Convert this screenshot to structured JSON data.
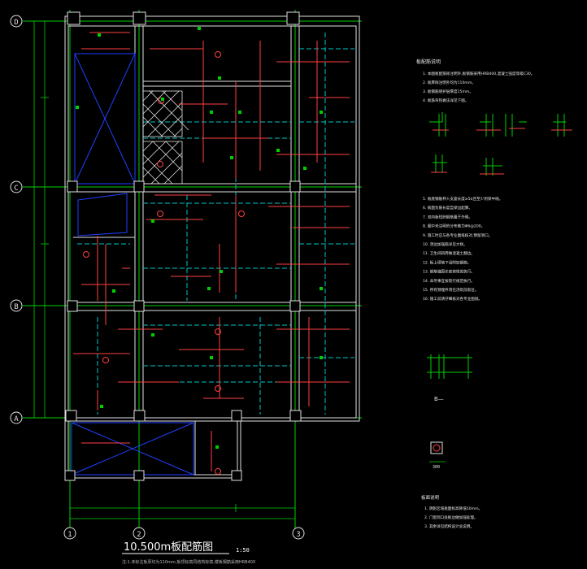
{
  "drawing": {
    "title": "10.500m板配筋图",
    "scale": "1:50",
    "subtitle": "注:1.未标注板厚均为110mm,板顶标高同结构标高,楼板钢筋采用HRB400"
  },
  "axes": {
    "rows": [
      "D",
      "C",
      "B",
      "A"
    ],
    "cols": [
      "1",
      "2",
      "3"
    ]
  },
  "notes_main": {
    "heading": "板配筋说明",
    "items": [
      "1. 本图板配筋除注明外,板钢筋采用HRB400,混凝土强度等级C30。",
      "2. 板厚除注明外均为110mm。",
      "3. 板钢筋保护层厚度15mm。",
      "4. 板筋弯钩做法详见下图。",
      "5. 板底钢筋伸入支座长度≥5d且至少到梁中线。",
      "6. 板面负筋长度自梁边起算。",
      "7. 双向板短跨钢筋置于外侧。",
      "8. 图中未注明的分布筋为Φ6@200。",
      "9. 施工时应与各专业图纸核对,预留洞口。",
      "10. 洞边加强筋详见大样。",
      "11. 卫生间四周做混凝土翻边。",
      "12. 板上砌墙下设附加钢筋。",
      "13. 钢筋锚固长度按规范执行。",
      "14. 未尽事宜按现行规范执行。",
      "15. 所有预埋件须在浇筑前就位。",
      "16. 施工前请仔细核对各专业图纸。"
    ]
  },
  "notes_bottom": {
    "heading": "板面说明",
    "items": [
      "1. 阴影区域板面标高降低50mm。",
      "2. 门窗洞口处板边做加强处理。",
      "3. 其余详见结构设计总说明。"
    ]
  },
  "detail_labels": {
    "section": "B—",
    "dims": "300"
  },
  "colors": {
    "grid": "#00d000",
    "beam": "#ffffff",
    "slab_dash": "#00c8c8",
    "rebar": "#ff4040",
    "void": "#2040ff",
    "note_text": "#e8e8e8",
    "title": "#ffffff",
    "bubble": "#ffffff"
  }
}
